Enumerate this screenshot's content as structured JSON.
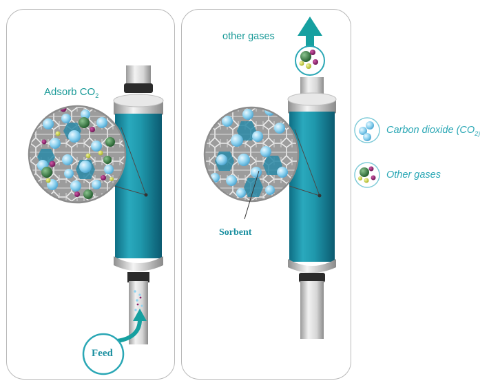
{
  "left_panel": {
    "title_main": "Adsorb CO",
    "title_sub": "2",
    "feed_label": "Feed"
  },
  "right_panel": {
    "top_label": "other gases",
    "sorbent_label": "Sorbent"
  },
  "legend": {
    "co2_main": "Carbon dioxide (CO",
    "co2_sub": "2)",
    "other_label": "Other gases"
  },
  "colors": {
    "teal": "#1a9a98",
    "column": "#1f98ac",
    "co2_ball": "#8fd3f0",
    "other_green": "#2f7a3a",
    "other_purple": "#8a1f6a",
    "other_yellow": "#c7d33a"
  }
}
